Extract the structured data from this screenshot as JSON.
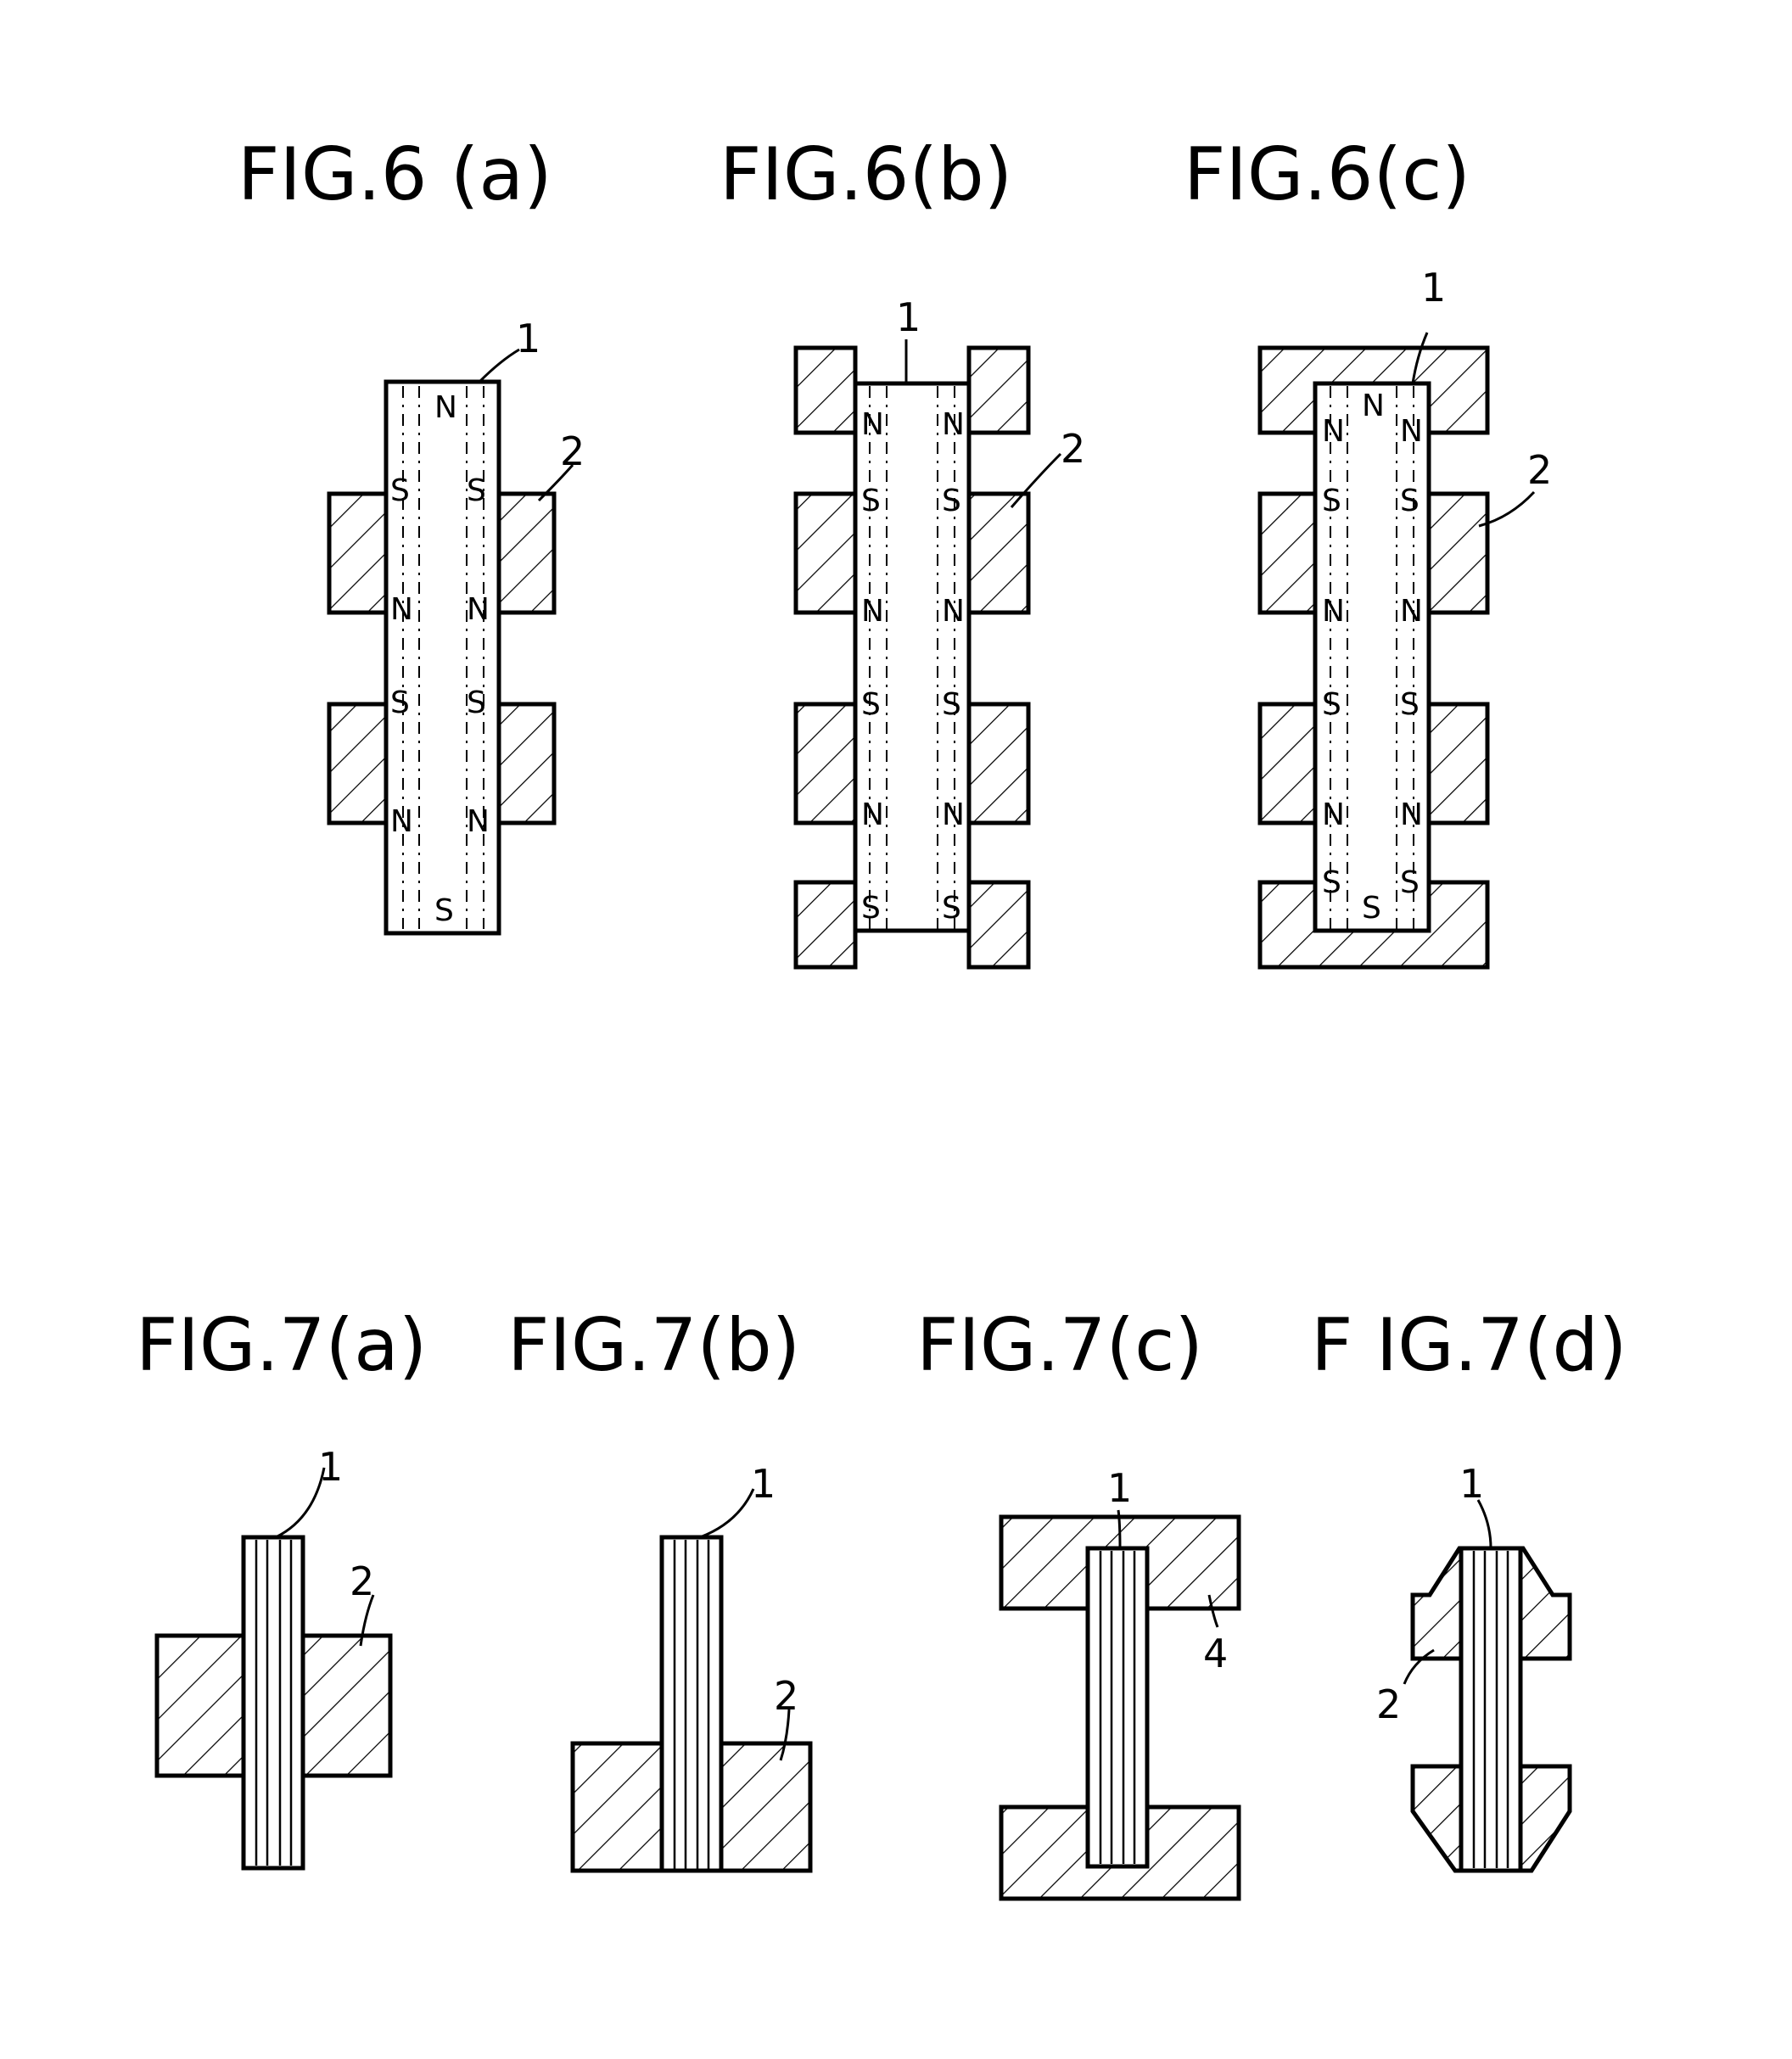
{
  "figures": {
    "fig6a": {
      "title": "FIG.6 (a)",
      "ref_magnet": "1",
      "ref_yoke": "2"
    },
    "fig6b": {
      "title": "FIG.6(b)",
      "ref_magnet": "1",
      "ref_yoke": "2"
    },
    "fig6c": {
      "title": "FIG.6(c)",
      "ref_magnet": "1",
      "ref_yoke": "2"
    },
    "fig7a": {
      "title": "FIG.7(a)",
      "ref_magnet": "1",
      "ref_yoke": "2"
    },
    "fig7b": {
      "title": "FIG.7(b)",
      "ref_magnet": "1",
      "ref_yoke": "2"
    },
    "fig7c": {
      "title": "FIG.7(c)",
      "ref_magnet": "1",
      "ref_yoke": "4"
    },
    "fig7d": {
      "title": "F IG.7(d)",
      "ref_magnet": "1",
      "ref_yoke": "2"
    }
  },
  "poles": {
    "north": "N",
    "south": "S"
  }
}
